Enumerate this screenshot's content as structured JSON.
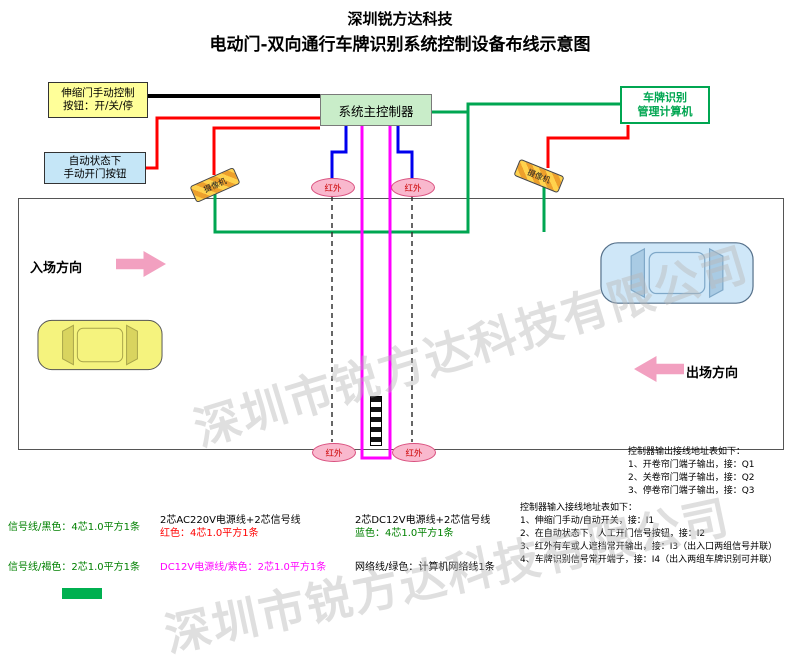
{
  "title": {
    "company": "深圳锐方达科技",
    "diagram": "电动门-双向通行车牌识别系统控制设备布线示意图"
  },
  "boxes": {
    "manual_control": "伸缩门手动控制\n按钮：开/关/停",
    "auto_open": "自动状态下\n手动开门按钮",
    "controller": "系统主控制器",
    "computer": "车牌识别\n管理计算机"
  },
  "devices": {
    "camera": "摄像机",
    "infrared": "红外"
  },
  "directions": {
    "entry": "入场方向",
    "exit": "出场方向"
  },
  "legend": {
    "black_signal": "信号线/黑色：4芯1.0平方1条",
    "brown_signal": "信号线/褐色：2芯1.0平方1条",
    "ac220_title": "2芯AC220V电源线+2芯信号线",
    "ac220_spec": "红色：4芯1.0平方1条",
    "dc12_purple": "DC12V电源线/紫色：2芯1.0平方1条",
    "dc12_title": "2芯DC12V电源线+2芯信号线",
    "dc12_spec": "蓝色：4芯1.0平方1条",
    "network": "网络线/绿色：计算机网络线1条"
  },
  "output_table": {
    "title": "控制器输出接线地址表如下：",
    "rows": [
      "1、开卷帘门端子输出，接：Q1",
      "2、关卷帘门端子输出，接：Q2",
      "3、停卷帘门端子输出，接：Q3"
    ]
  },
  "input_table": {
    "title": "控制器输入接线地址表如下：",
    "rows": [
      "1、伸缩门手动/自动开关，接：I1",
      "2、在自动状态下，人工开门信号按钮，接：I2",
      "3、红外有车或人遮挡常开输出，接：I3（出入口两组信号并联）",
      "4、车牌识别信号常开端子，接：I4（出入两组车牌识别可并联）"
    ]
  },
  "watermark": "深圳市锐方达科技有限公司",
  "colors": {
    "signal_black": "#000000",
    "power_red": "#ff0000",
    "network_green": "#00a651",
    "dc12v_blue": "#0000ee",
    "dc12v_purple": "#ff00ff",
    "legend_green": "#008000"
  }
}
